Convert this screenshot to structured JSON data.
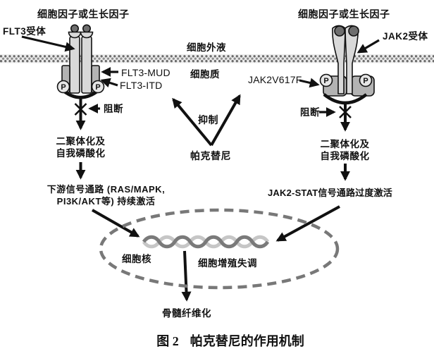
{
  "figure_caption": {
    "number": "图 2",
    "title": "帕克替尼的作用机制"
  },
  "environment": {
    "extracellular": "细胞外液",
    "cytoplasm": "细胞质"
  },
  "drug": {
    "name": "帕克替尼",
    "inhibit": "抑制"
  },
  "flt3": {
    "factor": "细胞因子或生长因子",
    "receptor": "FLT3受体",
    "mut_mud": "FLT3-MUD",
    "mut_itd": "FLT3-ITD",
    "block": "阻断",
    "dimer1": "二聚体化及",
    "dimer2": "自我磷酸化",
    "downstream1": "下游信号通路 (RAS/MAPK,",
    "downstream2": "PI3K/AKT等) 持续激活",
    "phospho": "P"
  },
  "jak2": {
    "factor": "细胞因子或生长因子",
    "receptor": "JAK2受体",
    "mutation": "JAK2V617F",
    "block": "阻断",
    "dimer1": "二聚体化及",
    "dimer2": "自我磷酸化",
    "downstream": "JAK2-STAT信号通路过度激活",
    "phospho": "P"
  },
  "nucleus": {
    "label": "细胞核",
    "effect": "细胞增殖失调",
    "outcome": "骨髓纤维化"
  },
  "colors": {
    "ink": "#111111",
    "receptor_fill": "#d9d9d9",
    "domain_fill": "#b3b3b3",
    "ligand_fill": "#6e6e6e",
    "phospho_fill": "#e6e6e6",
    "membrane_dot": "#6a6a6a",
    "nucleus_border": "#787878",
    "dna_dark": "#7a7a7a",
    "dna_light": "#c6c6c6"
  }
}
